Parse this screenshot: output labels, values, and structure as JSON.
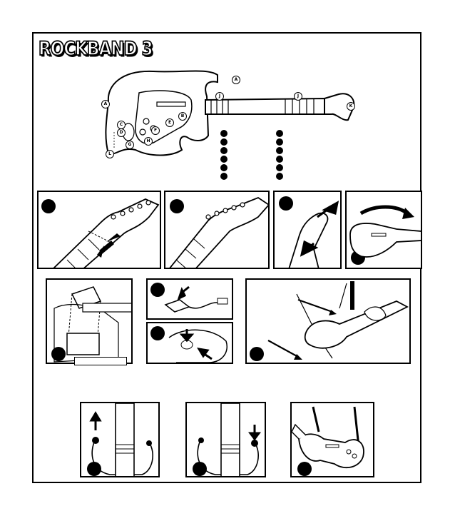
{
  "logo": {
    "text": "ROCKBAND 3"
  },
  "callouts": [
    "A",
    "A",
    "J",
    "J",
    "K",
    "B",
    "C",
    "D",
    "E",
    "F",
    "G",
    "H",
    "L"
  ],
  "colors": {
    "ink": "#000000",
    "paper": "#ffffff",
    "watermark": "#c9d2ea"
  },
  "icons": [
    "arrow-icon",
    "strap-icon",
    "cable-icon"
  ]
}
